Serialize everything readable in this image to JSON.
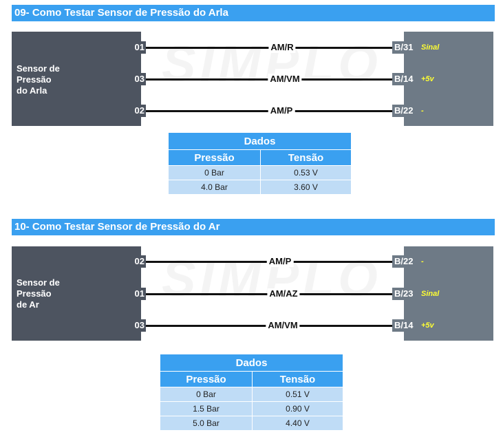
{
  "sections": [
    {
      "title": "09- Como Testar Sensor de Pressão do Arla",
      "sensor_label": "Sensor de Pressão do Arla",
      "sensor_lines": [
        "Sensor de",
        "Pressão",
        "do Arla"
      ],
      "wires": [
        {
          "pin": "01",
          "color": "AM/R",
          "connector": "B/31",
          "function": "Sinal"
        },
        {
          "pin": "03",
          "color": "AM/VM",
          "connector": "B/14",
          "function": "+5v"
        },
        {
          "pin": "02",
          "color": "AM/P",
          "connector": "B/22",
          "function": "-"
        }
      ],
      "table": {
        "title": "Dados",
        "headers": [
          "Pressão",
          "Tensão"
        ],
        "rows": [
          [
            "0 Bar",
            "0.53 V"
          ],
          [
            "4.0 Bar",
            "3.60 V"
          ]
        ]
      }
    },
    {
      "title": "10- Como Testar Sensor de Pressão do Ar",
      "sensor_label": "Sensor de Pressão de Ar",
      "sensor_lines": [
        "Sensor de",
        "Pressão",
        "de Ar"
      ],
      "wires": [
        {
          "pin": "02",
          "color": "AM/P",
          "connector": "B/22",
          "function": "-"
        },
        {
          "pin": "01",
          "color": "AM/AZ",
          "connector": "B/23",
          "function": "Sinal"
        },
        {
          "pin": "03",
          "color": "AM/VM",
          "connector": "B/14",
          "function": "+5v"
        }
      ],
      "table": {
        "title": "Dados",
        "headers": [
          "Pressão",
          "Tensão"
        ],
        "rows": [
          [
            "0 Bar",
            "0.51 V"
          ],
          [
            "1.5 Bar",
            "0.90 V"
          ],
          [
            "5.0 Bar",
            "4.40 V"
          ]
        ]
      }
    }
  ],
  "watermark": "SIMPLO",
  "colors": {
    "header": "#3aa0f0",
    "sensor": "#4d5460",
    "ecu": "#6e7a86",
    "function_text": "#ffff33",
    "table_cell": "#bfdcf6"
  }
}
